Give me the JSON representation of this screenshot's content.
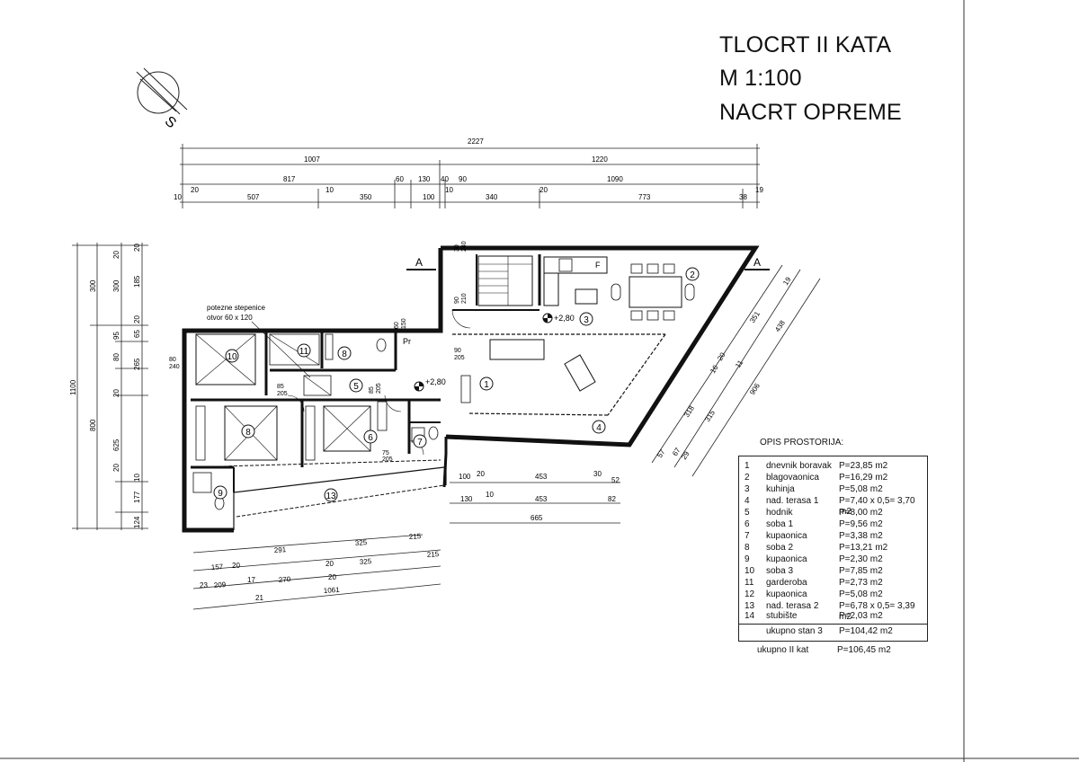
{
  "header": {
    "title_line1": "TLOCRT II KATA",
    "title_line2": "M 1:100",
    "title_line3": "NACRT OPREME"
  },
  "compass": {
    "letter": "S"
  },
  "dims_top": {
    "overall": "2227",
    "row2": [
      "1007",
      "1220"
    ],
    "row3": [
      "817",
      "60",
      "130",
      "40",
      "90",
      "1090"
    ],
    "row4": [
      "10",
      "20",
      "507",
      "10",
      "350",
      "100",
      "10",
      "340",
      "20",
      "773",
      "38",
      "19"
    ]
  },
  "dims_left": {
    "col1": [
      "1100"
    ],
    "col2": [
      "300",
      "800"
    ],
    "col3": [
      "300",
      "95",
      "80",
      "265",
      "20",
      "625",
      "10",
      "177",
      "124"
    ],
    "col4": [
      "20",
      "185",
      "20",
      "65",
      "20",
      "20"
    ]
  },
  "dims_bottom": {
    "row1": [
      "100",
      "20",
      "453",
      "30",
      "52"
    ],
    "row2": [
      "130",
      "10",
      "453",
      "82"
    ],
    "row3": [
      "665"
    ],
    "lower1": [
      "291",
      "325",
      "215"
    ],
    "lower2": [
      "157",
      "20",
      "20",
      "325",
      "215"
    ],
    "lower3": [
      "23",
      "209",
      "17",
      "270",
      "20"
    ],
    "lower4": [
      "21",
      "1061"
    ]
  },
  "dims_right": [
    "19",
    "351",
    "438",
    "20",
    "16",
    "11",
    "318",
    "315",
    "906",
    "57",
    "67",
    "29"
  ],
  "plan_labels": {
    "section_a": "A",
    "stairs_note_1": "potezne stepenice",
    "stairs_note_2": "otvor 60 x 120",
    "level_1": "+2,80",
    "level_2": "+2,80",
    "pr": "Pr",
    "fridge": "F",
    "misc": [
      "30",
      "240",
      "90",
      "210",
      "80",
      "240",
      "90",
      "205",
      "85",
      "205",
      "85",
      "205",
      "75",
      "205",
      "60",
      "150"
    ]
  },
  "room_numbers": [
    "1",
    "2",
    "3",
    "4",
    "5",
    "6",
    "7",
    "8",
    "8",
    "9",
    "10",
    "11",
    "13"
  ],
  "table": {
    "title": "OPIS PROSTORIJA:",
    "rows": [
      {
        "num": "1",
        "name": "dnevnik boravak",
        "area": "P=23,85 m2"
      },
      {
        "num": "2",
        "name": "blagovaonica",
        "area": "P=16,29 m2"
      },
      {
        "num": "3",
        "name": "kuhinja",
        "area": "P=5,08 m2"
      },
      {
        "num": "4",
        "name": "nad. terasa 1",
        "area": "P=7,40 x 0,5= 3,70 m2"
      },
      {
        "num": "5",
        "name": "hodnik",
        "area": "P=8,00 m2"
      },
      {
        "num": "6",
        "name": "soba 1",
        "area": "P=9,56 m2"
      },
      {
        "num": "7",
        "name": "kupaonica",
        "area": "P=3,38 m2"
      },
      {
        "num": "8",
        "name": "soba 2",
        "area": "P=13,21 m2"
      },
      {
        "num": "9",
        "name": "kupaonica",
        "area": "P=2,30 m2"
      },
      {
        "num": "10",
        "name": "soba 3",
        "area": "P=7,85 m2"
      },
      {
        "num": "11",
        "name": "garderoba",
        "area": "P=2,73 m2"
      },
      {
        "num": "12",
        "name": "kupaonica",
        "area": "P=5,08 m2"
      },
      {
        "num": "13",
        "name": "nad. terasa 2",
        "area": "P=6,78 x 0,5= 3,39 m2"
      },
      {
        "num": "14",
        "name": "stubište",
        "area": "P=2,03 m2"
      }
    ],
    "subtotal_label": "ukupno stan 3",
    "subtotal_value": "P=104,42 m2",
    "total_label": "ukupno II kat",
    "total_value": "P=106,45 m2"
  }
}
